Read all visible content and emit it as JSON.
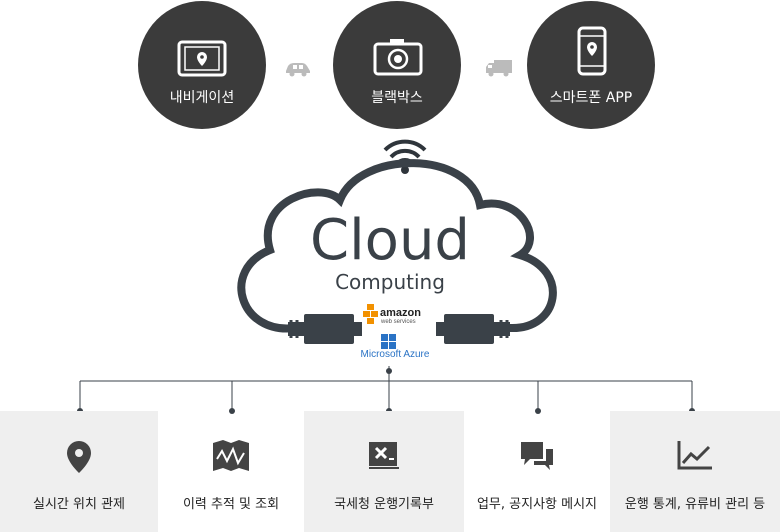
{
  "devices": [
    {
      "label": "내비게이션",
      "icon": "tablet-location-icon"
    },
    {
      "label": "블랙박스",
      "icon": "camera-icon"
    },
    {
      "label": "스마트폰 APP",
      "icon": "smartphone-location-icon"
    }
  ],
  "connectors": [
    {
      "icon": "car-icon"
    },
    {
      "icon": "truck-icon"
    }
  ],
  "cloud": {
    "title": "Cloud",
    "subtitle": "Computing",
    "providers": {
      "aws_word": "amazon",
      "aws_sub": "web services",
      "azure": "Microsoft Azure"
    }
  },
  "features": [
    {
      "label": "실시간 위치 관제",
      "icon": "map-pin-icon"
    },
    {
      "label": "이력 추적 및 조회",
      "icon": "folded-map-icon"
    },
    {
      "label": "국세청 운행기록부",
      "icon": "tax-report-icon"
    },
    {
      "label": "업무, 공지사항 메시지",
      "icon": "chat-bubbles-icon"
    },
    {
      "label": "운행 통계, 유류비 관리 등",
      "icon": "line-chart-icon"
    }
  ],
  "colors": {
    "device_circle": "#3b3b3b",
    "cloud_outline": "#3a4148",
    "connector_icon": "#bbbbbb",
    "feature_gray": "#efefef",
    "azure_blue": "#2a73c5",
    "aws_orange": "#f29100"
  }
}
